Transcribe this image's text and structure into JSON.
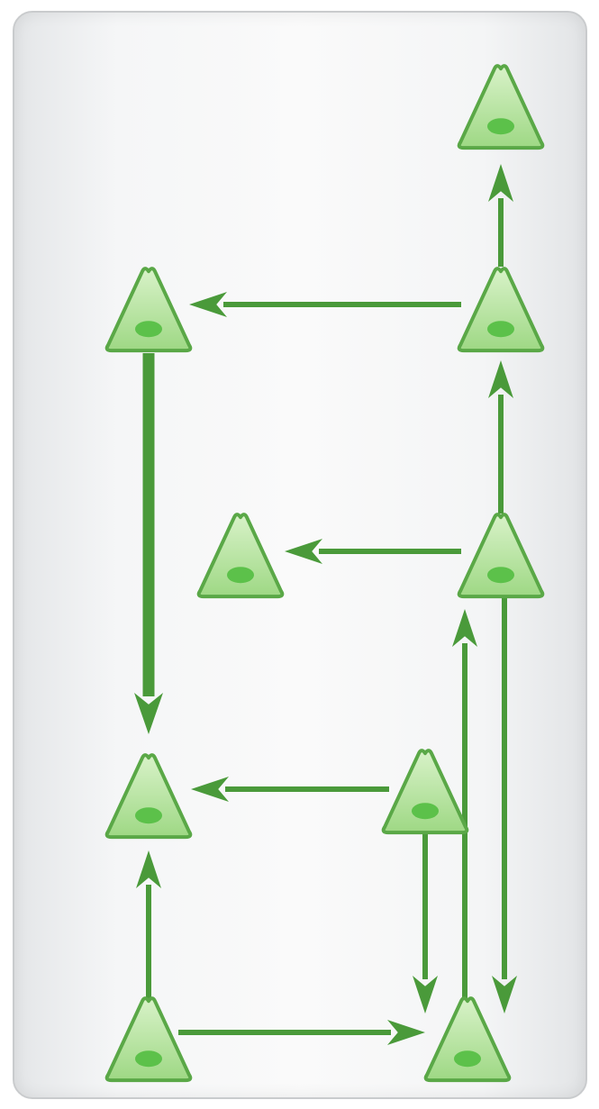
{
  "diagram": {
    "colors": {
      "panel_background": "#f2f3f4",
      "panel_border": "#c9cbcd",
      "arrow": "#4a9a3a",
      "triangle_fill_top": "#d8f2c8",
      "triangle_fill_bottom": "#9ed884",
      "triangle_stroke": "#5aa847",
      "eye": "#5cc14a"
    },
    "nodes": [
      {
        "id": "n-top-right",
        "icon": "triangle-eye-icon"
      },
      {
        "id": "n-upper-left",
        "icon": "triangle-eye-icon"
      },
      {
        "id": "n-upper-right",
        "icon": "triangle-eye-icon"
      },
      {
        "id": "n-middle",
        "icon": "triangle-eye-icon"
      },
      {
        "id": "n-middle-right",
        "icon": "triangle-eye-icon"
      },
      {
        "id": "n-lower-left",
        "icon": "triangle-eye-icon"
      },
      {
        "id": "n-lower-center-right",
        "icon": "triangle-eye-icon"
      },
      {
        "id": "n-bottom-left",
        "icon": "triangle-eye-icon"
      },
      {
        "id": "n-bottom-right",
        "icon": "triangle-eye-icon"
      }
    ],
    "edges": [
      {
        "from": "n-upper-right",
        "to": "n-top-right"
      },
      {
        "from": "n-upper-right",
        "to": "n-upper-left"
      },
      {
        "from": "n-middle-right",
        "to": "n-upper-right"
      },
      {
        "from": "n-middle-right",
        "to": "n-middle"
      },
      {
        "from": "n-upper-left",
        "to": "n-lower-left",
        "weight": "thick"
      },
      {
        "from": "n-lower-center-right",
        "to": "n-lower-left"
      },
      {
        "from": "n-lower-center-right",
        "to": "n-bottom-right"
      },
      {
        "from": "n-bottom-right",
        "to": "n-middle-right"
      },
      {
        "from": "n-middle-right",
        "to": "n-bottom-right"
      },
      {
        "from": "n-bottom-left",
        "to": "n-lower-left"
      },
      {
        "from": "n-bottom-left",
        "to": "n-bottom-right"
      }
    ]
  }
}
